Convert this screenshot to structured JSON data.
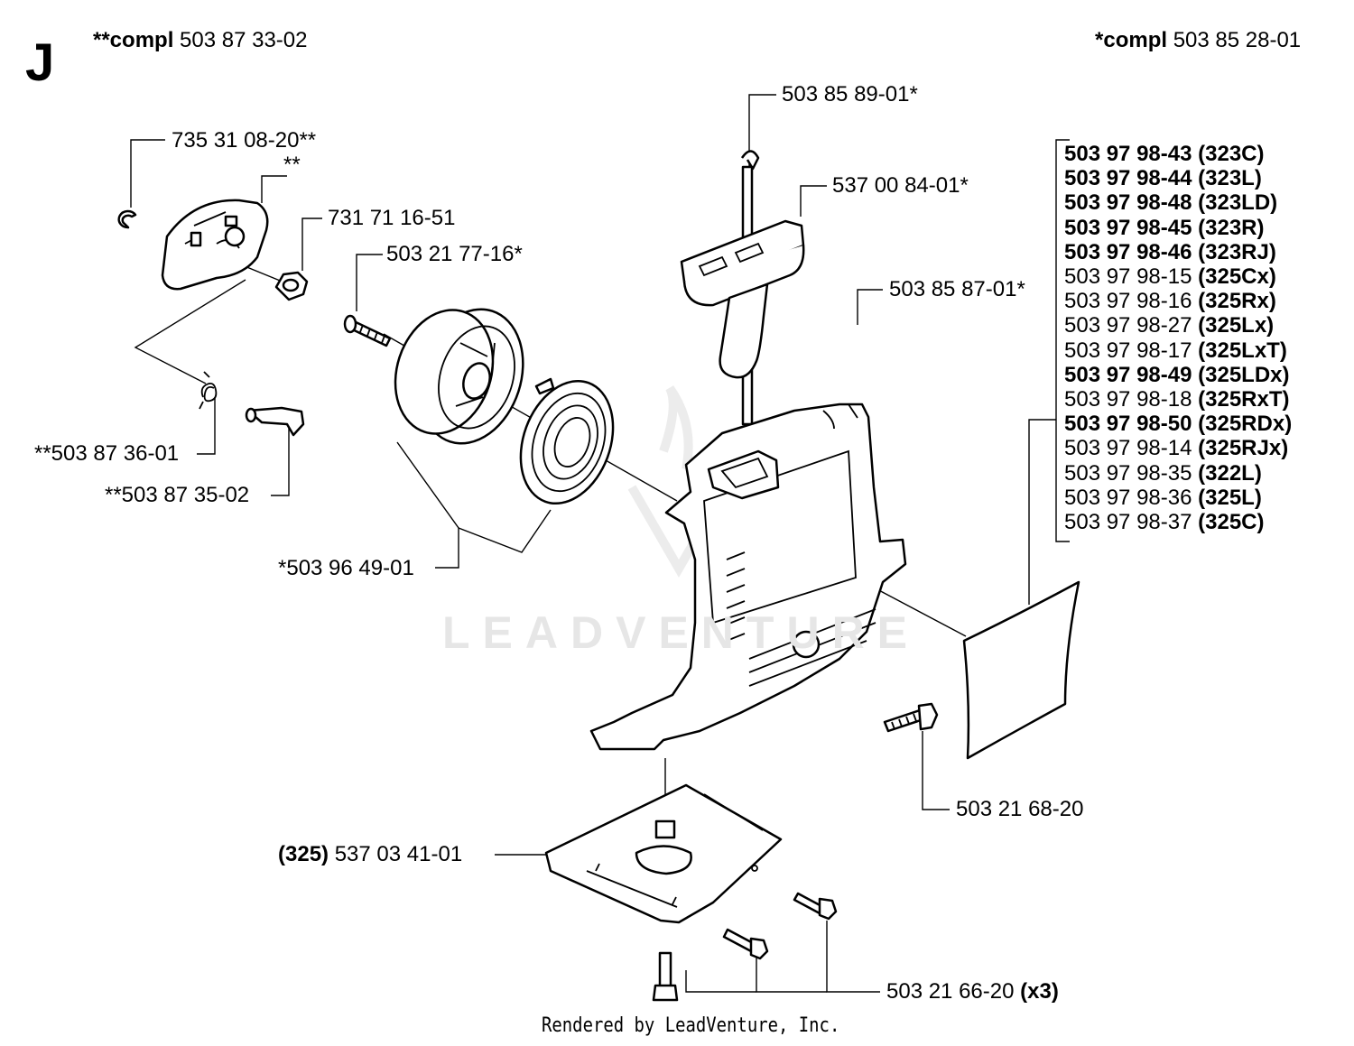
{
  "section_letter": "J",
  "header": {
    "left": {
      "prefix": "**compl",
      "number": "503 87 33-02"
    },
    "right": {
      "prefix": "*compl",
      "number": "503 85 28-01"
    }
  },
  "labels": {
    "p1": "735 31 08-20**",
    "p2": "**",
    "p3": "731 71 16-51",
    "p4": "503 21 77-16*",
    "p5": "**503 87 36-01",
    "p6": "**503 87 35-02",
    "p7": "*503 96 49-01",
    "p8": "503 85 89-01*",
    "p9": "537 00 84-01*",
    "p10": "503 85 87-01*",
    "p11": "503 21 68-20",
    "p12_prefix": "(325)",
    "p12": "537 03 41-01",
    "p13": "503 21 66-20",
    "p13_suffix": "(x3)"
  },
  "models": [
    {
      "part": "503 97 98-43",
      "model": "(323C)",
      "part_bold": true
    },
    {
      "part": "503 97 98-44",
      "model": "(323L)",
      "part_bold": true
    },
    {
      "part": "503 97 98-48",
      "model": "(323LD)",
      "part_bold": true
    },
    {
      "part": "503 97 98-45",
      "model": "(323R)",
      "part_bold": true
    },
    {
      "part": "503 97 98-46",
      "model": "(323RJ)",
      "part_bold": true
    },
    {
      "part": "503 97 98-15",
      "model": "(325Cx)",
      "part_bold": false
    },
    {
      "part": "503 97 98-16",
      "model": "(325Rx)",
      "part_bold": false
    },
    {
      "part": "503 97 98-27",
      "model": "(325Lx)",
      "part_bold": false
    },
    {
      "part": "503 97 98-17",
      "model": "(325LxT)",
      "part_bold": false
    },
    {
      "part": "503 97 98-49",
      "model": "(325LDx)",
      "part_bold": true
    },
    {
      "part": "503 97 98-18",
      "model": "(325RxT)",
      "part_bold": false
    },
    {
      "part": "503 97 98-50",
      "model": "(325RDx)",
      "part_bold": true
    },
    {
      "part": "503 97 98-14",
      "model": "(325RJx)",
      "part_bold": false
    },
    {
      "part": "503 97 98-35",
      "model": "(322L)",
      "part_bold": false
    },
    {
      "part": "503 97 98-36",
      "model": "(325L)",
      "part_bold": false
    },
    {
      "part": "503 97 98-37",
      "model": "(325C)",
      "part_bold": false
    }
  ],
  "watermark": "LEADVENTURE",
  "footer": "Rendered by LeadVenture, Inc."
}
